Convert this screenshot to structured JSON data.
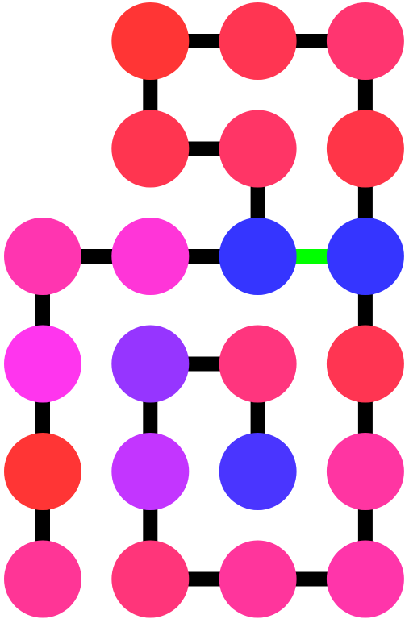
{
  "puzzle": {
    "grid": {
      "rows": 6,
      "cols": 4
    },
    "nodes": [
      {
        "id": "r0c1",
        "row": 0,
        "col": 1,
        "color": "#ff3535"
      },
      {
        "id": "r0c2",
        "row": 0,
        "col": 2,
        "color": "#ff3552"
      },
      {
        "id": "r0c3",
        "row": 0,
        "col": 3,
        "color": "#ff3570"
      },
      {
        "id": "r1c1",
        "row": 1,
        "col": 1,
        "color": "#ff3550"
      },
      {
        "id": "r1c2",
        "row": 1,
        "col": 2,
        "color": "#ff3566"
      },
      {
        "id": "r1c3",
        "row": 1,
        "col": 3,
        "color": "#ff3548"
      },
      {
        "id": "r2c0",
        "row": 2,
        "col": 0,
        "color": "#ff35b0"
      },
      {
        "id": "r2c1",
        "row": 2,
        "col": 1,
        "color": "#ff35d8"
      },
      {
        "id": "r2c2",
        "row": 2,
        "col": 2,
        "color": "#3535ff"
      },
      {
        "id": "r2c3",
        "row": 2,
        "col": 3,
        "color": "#3535ff"
      },
      {
        "id": "r3c0",
        "row": 3,
        "col": 0,
        "color": "#ff35ee"
      },
      {
        "id": "r3c1",
        "row": 3,
        "col": 1,
        "color": "#9635ff"
      },
      {
        "id": "r3c2",
        "row": 3,
        "col": 2,
        "color": "#ff357e"
      },
      {
        "id": "r3c3",
        "row": 3,
        "col": 3,
        "color": "#ff3552"
      },
      {
        "id": "r4c0",
        "row": 4,
        "col": 0,
        "color": "#ff3535"
      },
      {
        "id": "r4c1",
        "row": 4,
        "col": 1,
        "color": "#c335ff"
      },
      {
        "id": "r4c2",
        "row": 4,
        "col": 2,
        "color": "#4a35ff"
      },
      {
        "id": "r4c3",
        "row": 4,
        "col": 3,
        "color": "#ff35a2"
      },
      {
        "id": "r5c0",
        "row": 5,
        "col": 0,
        "color": "#ff3596"
      },
      {
        "id": "r5c1",
        "row": 5,
        "col": 1,
        "color": "#ff357a"
      },
      {
        "id": "r5c2",
        "row": 5,
        "col": 2,
        "color": "#ff359c"
      },
      {
        "id": "r5c3",
        "row": 5,
        "col": 3,
        "color": "#ff35aa"
      }
    ],
    "edges": [
      {
        "from": "r0c1",
        "to": "r0c2",
        "state": "normal"
      },
      {
        "from": "r0c2",
        "to": "r0c3",
        "state": "normal"
      },
      {
        "from": "r0c1",
        "to": "r1c1",
        "state": "normal"
      },
      {
        "from": "r0c3",
        "to": "r1c3",
        "state": "normal"
      },
      {
        "from": "r1c1",
        "to": "r1c2",
        "state": "normal"
      },
      {
        "from": "r1c2",
        "to": "r2c2",
        "state": "normal"
      },
      {
        "from": "r1c3",
        "to": "r2c3",
        "state": "normal"
      },
      {
        "from": "r2c0",
        "to": "r2c1",
        "state": "normal"
      },
      {
        "from": "r2c1",
        "to": "r2c2",
        "state": "normal"
      },
      {
        "from": "r2c2",
        "to": "r2c3",
        "state": "highlighted"
      },
      {
        "from": "r2c0",
        "to": "r3c0",
        "state": "normal"
      },
      {
        "from": "r2c3",
        "to": "r3c3",
        "state": "normal"
      },
      {
        "from": "r3c1",
        "to": "r3c2",
        "state": "normal"
      },
      {
        "from": "r3c0",
        "to": "r4c0",
        "state": "normal"
      },
      {
        "from": "r3c1",
        "to": "r4c1",
        "state": "normal"
      },
      {
        "from": "r3c2",
        "to": "r4c2",
        "state": "normal"
      },
      {
        "from": "r3c3",
        "to": "r4c3",
        "state": "normal"
      },
      {
        "from": "r4c0",
        "to": "r5c0",
        "state": "normal"
      },
      {
        "from": "r4c1",
        "to": "r5c1",
        "state": "normal"
      },
      {
        "from": "r4c3",
        "to": "r5c3",
        "state": "normal"
      },
      {
        "from": "r5c1",
        "to": "r5c2",
        "state": "normal"
      },
      {
        "from": "r5c2",
        "to": "r5c3",
        "state": "normal"
      }
    ],
    "colors": {
      "background": "#ffffff",
      "edge": "#000000",
      "edge_highlighted": "#00ff00"
    }
  }
}
